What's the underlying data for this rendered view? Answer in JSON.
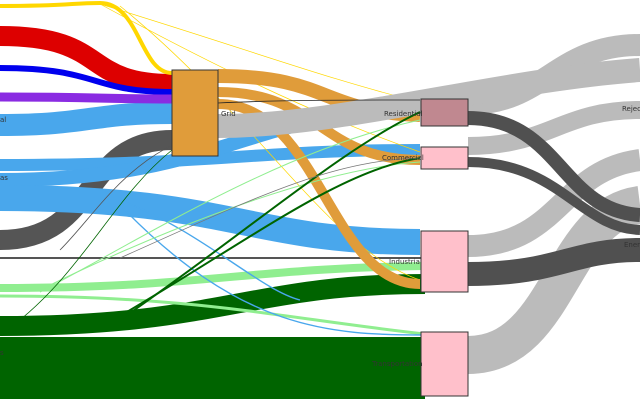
{
  "diagram": {
    "type": "sankey",
    "labels": {
      "grid": "Grid",
      "residential": "Residential",
      "commercial": "Commercial",
      "industrial": "Industrial",
      "transportation": "Transportation",
      "rejected": "Rejected",
      "energy_services": "Energy",
      "left_mid": "al",
      "left_gas": "as",
      "left_bottom": "s"
    },
    "colors": {
      "solar": "#FFD700",
      "nuclear": "#DD0000",
      "hydro": "#0000EE",
      "wind": "#8A2BE2",
      "gas": "#49A7EC",
      "coal": "#555555",
      "biomass": "#90EE90",
      "petroleum": "#006400",
      "grid": "#E09C3A",
      "rejected": "#BBBBBB",
      "services": "#505050",
      "sector_node": "#FFC0CB",
      "residential_node": "#C08890"
    }
  }
}
